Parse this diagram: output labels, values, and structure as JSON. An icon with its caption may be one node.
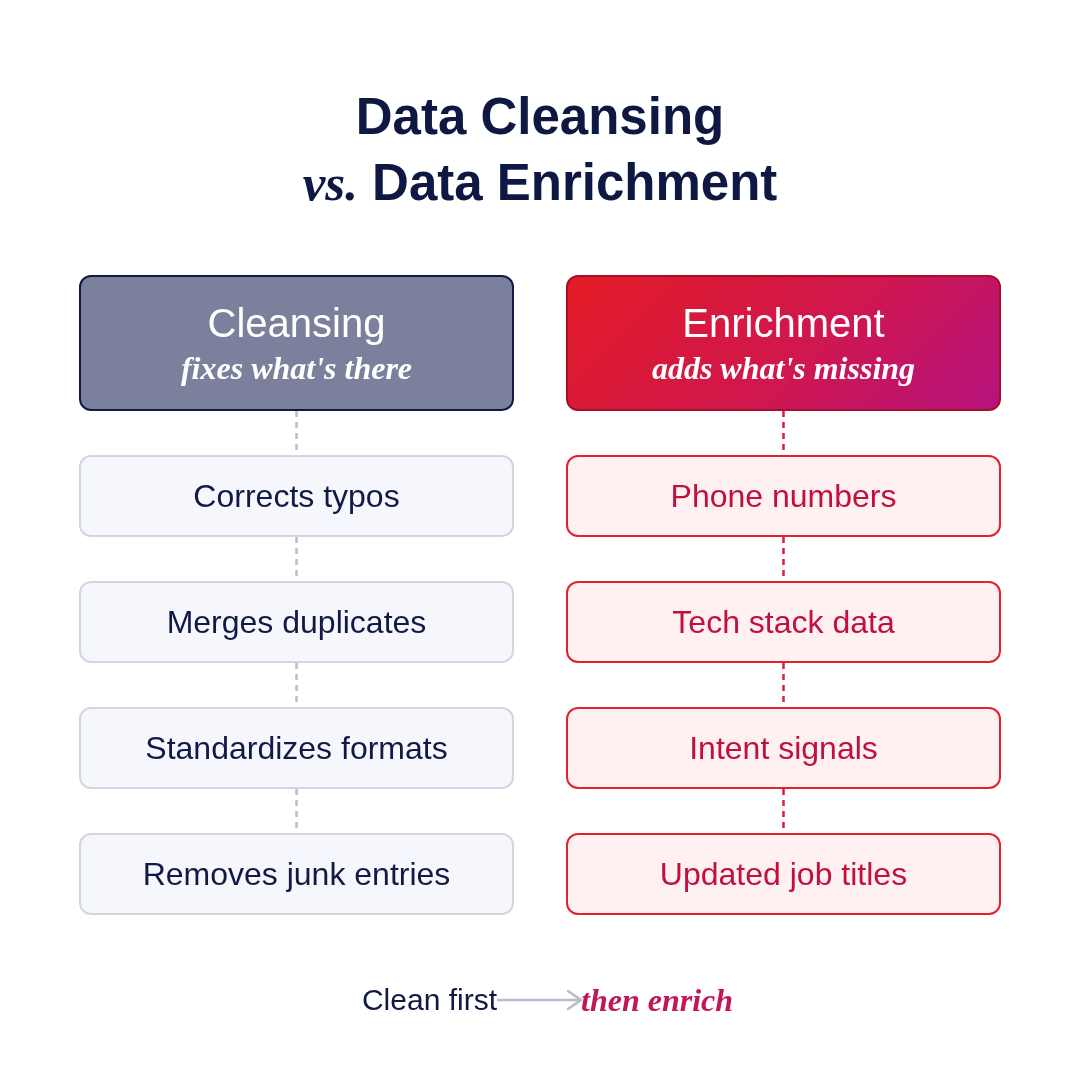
{
  "diagram": {
    "title": "Data Cleansing *vs.* Data Enrichment",
    "nodes": [
      {
        "text": [
          "Cleansing",
          "fixes what's there"
        ]
      },
      {
        "text": [
          "Corrects typos"
        ]
      },
      {
        "text": [
          "Merges duplicates"
        ]
      },
      {
        "text": [
          "Standardizes formats"
        ]
      },
      {
        "text": [
          "Removes junk entries"
        ]
      },
      {
        "text": [
          "Enrichment",
          "adds what's missing"
        ]
      },
      {
        "text": [
          "Phone numbers"
        ]
      },
      {
        "text": [
          "Tech stack data"
        ]
      },
      {
        "text": [
          "Intent signals"
        ]
      },
      {
        "text": [
          "Updated job titles"
        ]
      },
      {
        "text": [
          "Clean first"
        ]
      },
      {
        "text": [
          "then enrich"
        ]
      }
    ],
    "edges": [
      {
        "from": 0,
        "to": 1,
        "arrow": "none",
        "style": "dashed"
      },
      {
        "from": 1,
        "to": 2,
        "arrow": "none",
        "style": "dashed"
      },
      {
        "from": 2,
        "to": 3,
        "arrow": "none",
        "style": "dashed"
      },
      {
        "from": 3,
        "to": 4,
        "arrow": "none",
        "style": "dashed"
      },
      {
        "from": 5,
        "to": 6,
        "arrow": "none",
        "style": "dashed",
        "color": "#d81f3f"
      },
      {
        "from": 6,
        "to": 7,
        "arrow": "none",
        "style": "dashed",
        "color": "#d81f3f"
      },
      {
        "from": 7,
        "to": 8,
        "arrow": "none",
        "style": "dashed",
        "color": "#d81f3f"
      },
      {
        "from": 8,
        "to": 9,
        "arrow": "none",
        "style": "dashed",
        "color": "#d81f3f"
      },
      {
        "from": 10,
        "to": 11,
        "arrow": "to"
      }
    ]
  }
}
